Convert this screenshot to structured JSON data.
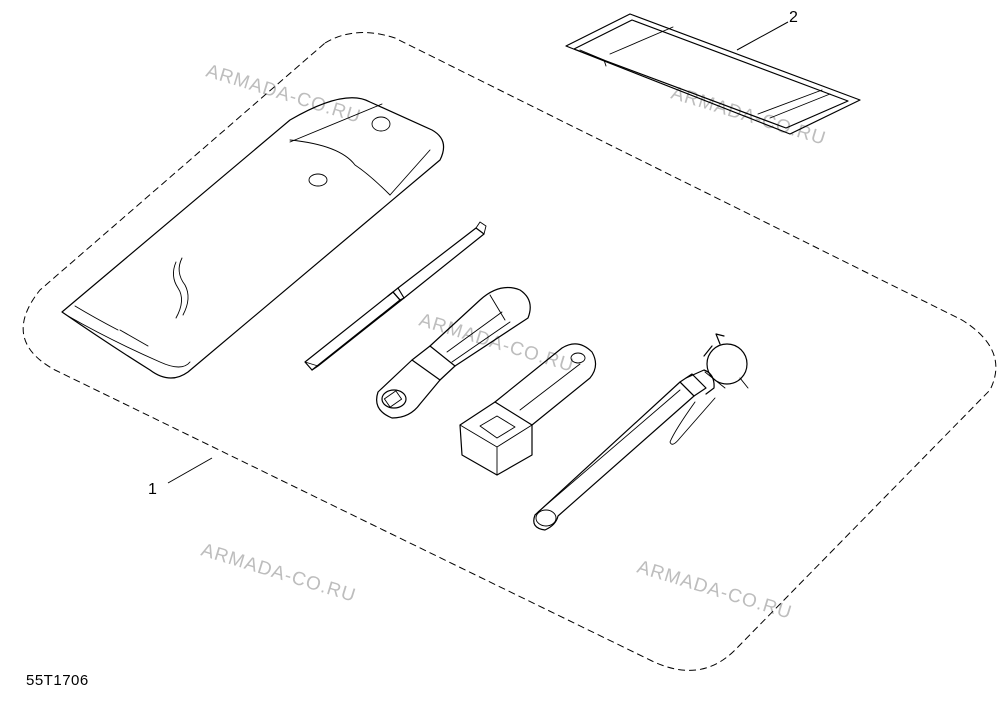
{
  "callouts": {
    "item1": "1",
    "item2": "2"
  },
  "figure_code": "55T1706",
  "watermark": "ARMADA-CO.RU",
  "icons": {
    "tool_pouch": "tool-pouch-icon",
    "holder_strap": "holder-strap-icon",
    "screwdriver": "screwdriver-icon",
    "socket_wrench": "socket-wrench-icon",
    "spark_plug_wrench": "spark-plug-wrench-icon",
    "tommy_bar": "tommy-bar-icon"
  }
}
